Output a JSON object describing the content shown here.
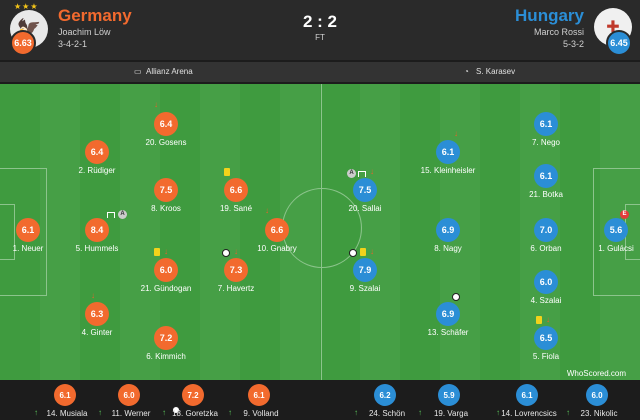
{
  "colors": {
    "germany": "#f26a2e",
    "hungary": "#2b8ed6",
    "pitch": "#469f46",
    "brand_orange": "#e8622c",
    "brand_blue": "#2b8ed6"
  },
  "match": {
    "score": "2 : 2",
    "status": "FT"
  },
  "home": {
    "name": "Germany",
    "manager": "Joachim Löw",
    "formation": "3-4-2-1",
    "rating": "6.63",
    "stars": "★★★",
    "crest": "eagle-crest-icon"
  },
  "away": {
    "name": "Hungary",
    "manager": "Marco Rossi",
    "formation": "5-3-2",
    "rating": "6.45",
    "crest": "hungary-crest-icon"
  },
  "info": {
    "venue": "Allianz Arena",
    "referee": "S. Karasev"
  },
  "home_players": [
    {
      "rating": "6.1",
      "name": "1. Neuer"
    },
    {
      "rating": "6.4",
      "name": "2. Rüdiger"
    },
    {
      "rating": "8.4",
      "name": "5. Hummels"
    },
    {
      "rating": "6.3",
      "name": "4. Ginter"
    },
    {
      "rating": "6.4",
      "name": "20. Gosens"
    },
    {
      "rating": "7.5",
      "name": "8. Kroos"
    },
    {
      "rating": "6.0",
      "name": "21. Gündogan"
    },
    {
      "rating": "7.2",
      "name": "6. Kimmich"
    },
    {
      "rating": "6.6",
      "name": "19. Sané"
    },
    {
      "rating": "7.3",
      "name": "7. Havertz"
    },
    {
      "rating": "6.6",
      "name": "10. Gnabry"
    }
  ],
  "away_players": [
    {
      "rating": "5.6",
      "name": "1. Gulácsi"
    },
    {
      "rating": "6.1",
      "name": "7. Nego"
    },
    {
      "rating": "6.1",
      "name": "21. Botka"
    },
    {
      "rating": "7.0",
      "name": "6. Orban"
    },
    {
      "rating": "6.0",
      "name": "4. Szalai"
    },
    {
      "rating": "6.5",
      "name": "5. Fiola"
    },
    {
      "rating": "6.1",
      "name": "15. Kleinheisler"
    },
    {
      "rating": "6.9",
      "name": "8. Nagy"
    },
    {
      "rating": "6.9",
      "name": "13. Schäfer"
    },
    {
      "rating": "7.5",
      "name": "20. Sallai"
    },
    {
      "rating": "7.9",
      "name": "9. Szalai"
    }
  ],
  "home_subs": [
    {
      "rating": "6.1",
      "name": "14. Musiala"
    },
    {
      "rating": "6.0",
      "name": "11. Werner"
    },
    {
      "rating": "7.2",
      "name": "18. Goretzka"
    },
    {
      "rating": "6.1",
      "name": "9. Volland"
    }
  ],
  "away_subs": [
    {
      "rating": "6.2",
      "name": "24. Schön"
    },
    {
      "rating": "5.9",
      "name": "19. Varga"
    },
    {
      "rating": "6.1",
      "name": "14. Lovrencsics"
    },
    {
      "rating": "6.0",
      "name": "23. Nikolic"
    }
  ],
  "watermark": "WhoScored.com"
}
